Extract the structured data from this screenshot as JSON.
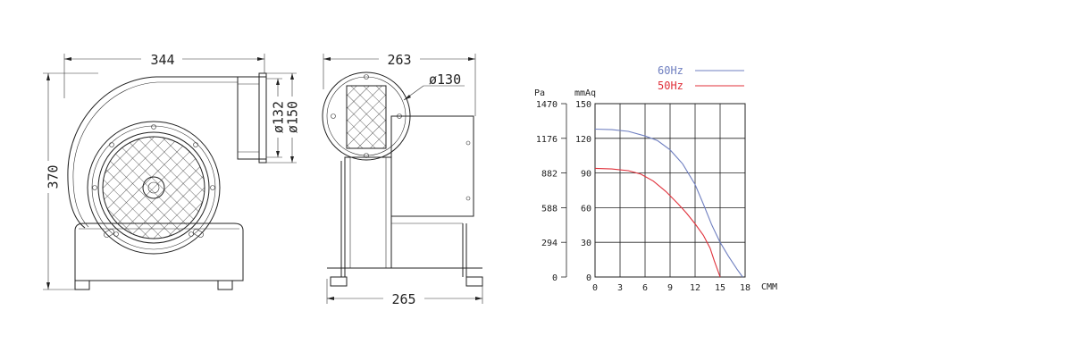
{
  "side_view": {
    "width_label": "344",
    "height_label": "370",
    "dia_outer_label": "ø150",
    "dia_inner_label": "ø132"
  },
  "front_view": {
    "top_width_label": "263",
    "bottom_width_label": "265",
    "inlet_dia_label": "ø130"
  },
  "colors": {
    "line": "#222222",
    "hz60": "#6f7fc0",
    "hz50": "#e0303a"
  },
  "chart_data": {
    "type": "line",
    "xlabel": "CMM",
    "ylabel_left": "Pa",
    "ylabel_right": "mmAq",
    "x_ticks": [
      0,
      3,
      6,
      9,
      12,
      15,
      18
    ],
    "y_ticks_pa": [
      0,
      294,
      588,
      882,
      1176,
      1470
    ],
    "y_ticks_mmaq": [
      0,
      30,
      60,
      90,
      120,
      150
    ],
    "xlim": [
      0,
      18
    ],
    "ylim": [
      0,
      150
    ],
    "grid": true,
    "legend_position": "top-right",
    "series": [
      {
        "name": "60Hz",
        "color": "#6f7fc0",
        "points": [
          [
            0,
            128
          ],
          [
            2,
            127.5
          ],
          [
            4,
            126
          ],
          [
            6,
            122
          ],
          [
            7.5,
            118
          ],
          [
            9,
            110
          ],
          [
            10.5,
            98
          ],
          [
            12,
            80
          ],
          [
            13,
            63
          ],
          [
            14,
            45
          ],
          [
            15,
            30
          ],
          [
            16,
            18
          ],
          [
            17,
            7
          ],
          [
            17.7,
            0
          ]
        ]
      },
      {
        "name": "50Hz",
        "color": "#e0303a",
        "points": [
          [
            0,
            94
          ],
          [
            2,
            93.5
          ],
          [
            4,
            92
          ],
          [
            5.5,
            89
          ],
          [
            7,
            83
          ],
          [
            8.5,
            74
          ],
          [
            10,
            63
          ],
          [
            11,
            55
          ],
          [
            12,
            46
          ],
          [
            13,
            36
          ],
          [
            13.8,
            25
          ],
          [
            14.3,
            14
          ],
          [
            14.7,
            6
          ],
          [
            15,
            0
          ]
        ]
      }
    ]
  }
}
